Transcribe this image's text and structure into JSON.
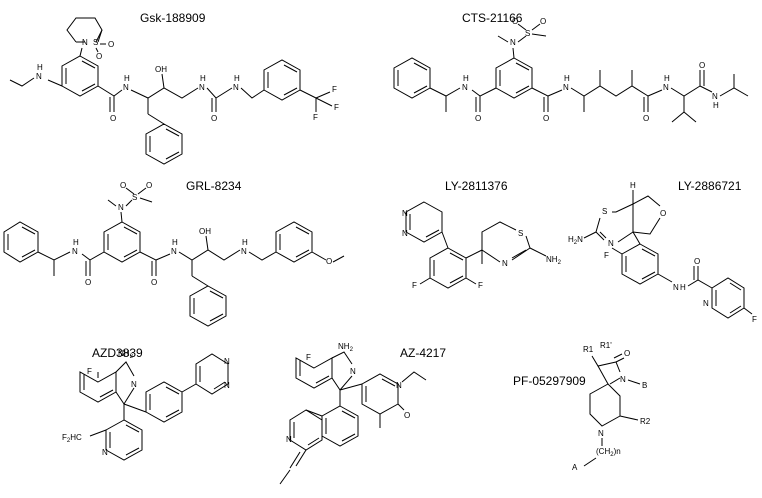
{
  "compounds": [
    {
      "title": "Gsk-188909",
      "atoms": {
        "n_ring": "N",
        "s": "S",
        "o1": "O",
        "o2": "O",
        "nh1": "N",
        "h1": "H",
        "nh2": "N",
        "h2": "H",
        "oh": "OH",
        "o3": "O",
        "nh3": "N",
        "h3": "H",
        "nh4": "N",
        "h4": "H",
        "o4": "O",
        "f1": "F",
        "f2": "F",
        "f3": "F"
      }
    },
    {
      "title": "CTS-21166",
      "atoms": {
        "n_top": "N",
        "s": "S",
        "o1": "O",
        "o2": "O",
        "nh1": "N",
        "h1": "H",
        "o3": "O",
        "o4": "O",
        "nh2": "N",
        "h2": "H",
        "o5": "O",
        "nh3": "N",
        "h3": "H",
        "o6": "O",
        "nh4": "N",
        "h4": "H"
      }
    },
    {
      "title": "GRL-8234",
      "atoms": {
        "n_top": "N",
        "s": "S",
        "o1": "O",
        "o2": "O",
        "nh1": "N",
        "h1": "H",
        "o3": "O",
        "o4": "O",
        "nh2": "N",
        "h2": "H",
        "oh": "OH",
        "nh3": "N",
        "h3": "H",
        "ome": "O"
      }
    },
    {
      "title": "LY-2811376",
      "atoms": {
        "n1": "N",
        "n2": "N",
        "s": "S",
        "n3": "N",
        "nh2": "NH",
        "sub2": "2",
        "f1": "F",
        "f2": "F"
      }
    },
    {
      "title": "LY-2886721",
      "atoms": {
        "h": "H",
        "s": "S",
        "o": "O",
        "h2n": "H",
        "h2n_sub": "2",
        "h2n_n": "N",
        "n": "N",
        "f1": "F",
        "nh": "N",
        "h1": "H",
        "o2": "O",
        "n2": "N",
        "f2": "F"
      }
    },
    {
      "title": "AZD3839",
      "atoms": {
        "f": "F",
        "nh2": "NH",
        "sub2": "2",
        "n1": "N",
        "n_py1": "N",
        "n_py2": "N",
        "f2hc": "F",
        "f2hc_sub": "2",
        "f2hc_tail": "HC",
        "n_py3": "N"
      }
    },
    {
      "title": "AZ-4217",
      "atoms": {
        "f": "F",
        "nh2": "NH",
        "sub2": "2",
        "n1": "N",
        "n2": "N",
        "o": "O",
        "n_py": "N"
      }
    },
    {
      "title": "PF-05297909",
      "atoms": {
        "r1": "R1",
        "r1p": "R1'",
        "o": "O",
        "n1": "N",
        "b": "B",
        "r2": "R2",
        "n2": "N",
        "chain": "(CH",
        "chain_sub": "2",
        "chain_n": ")n",
        "a": "A"
      }
    }
  ]
}
